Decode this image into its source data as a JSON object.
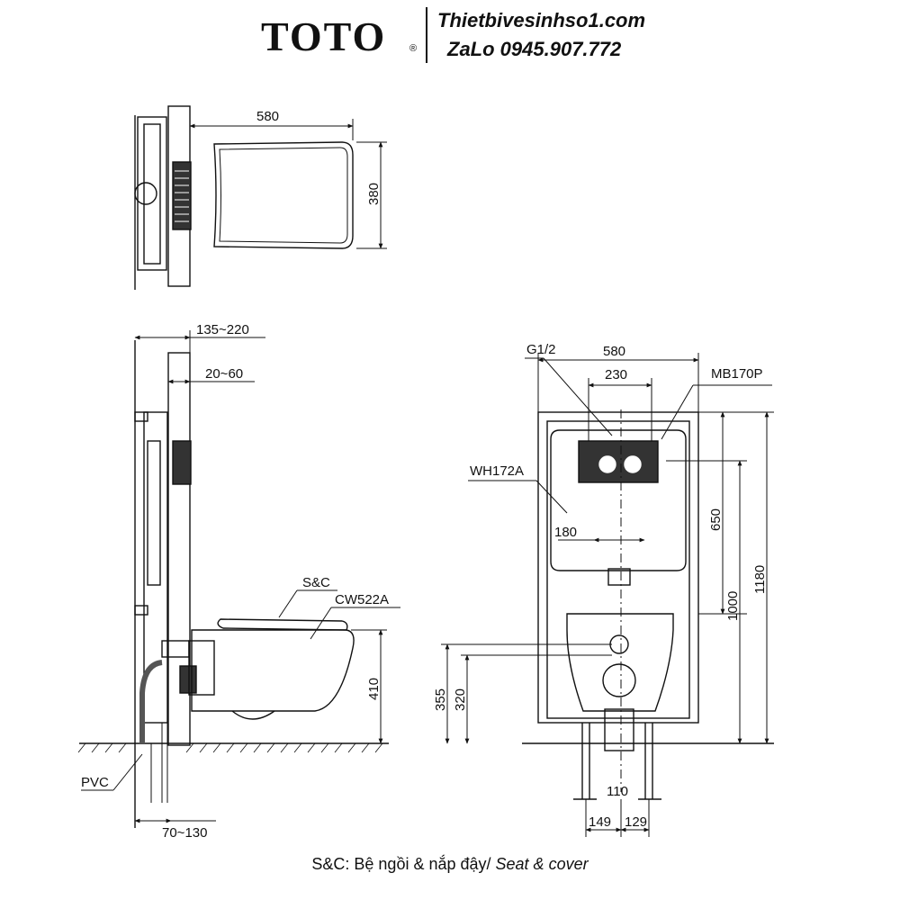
{
  "header": {
    "brand": "TOTO",
    "brand_mark": "®",
    "website": "Thietbivesinhso1.com",
    "contact": "ZaLo 0945.907.772"
  },
  "top_view": {
    "width_label": "580",
    "depth_label": "380"
  },
  "side_view": {
    "wall_depth_label": "135~220",
    "panel_offset_label": "20~60",
    "seat_label": "S&C",
    "bowl_label": "CW522A",
    "height_label": "410",
    "pipe_label": "PVC",
    "foot_label": "70~130"
  },
  "front_view": {
    "inlet_label": "G1/2",
    "frame_width_label": "580",
    "plate_width_label": "230",
    "plate_label": "MB170P",
    "frame_label": "WH172A",
    "bolt_spacing_label": "180",
    "tank_height_label": "650",
    "mid_height_label": "1000",
    "total_height_label": "1180",
    "outlet_height_label": "355",
    "waste_height_label": "320",
    "waste_offset_label": "110",
    "left_leg_label": "149",
    "right_leg_label": "129"
  },
  "caption": {
    "prefix": "S&C: Bệ ngồi & nắp đậy/ ",
    "english": "Seat & cover"
  }
}
